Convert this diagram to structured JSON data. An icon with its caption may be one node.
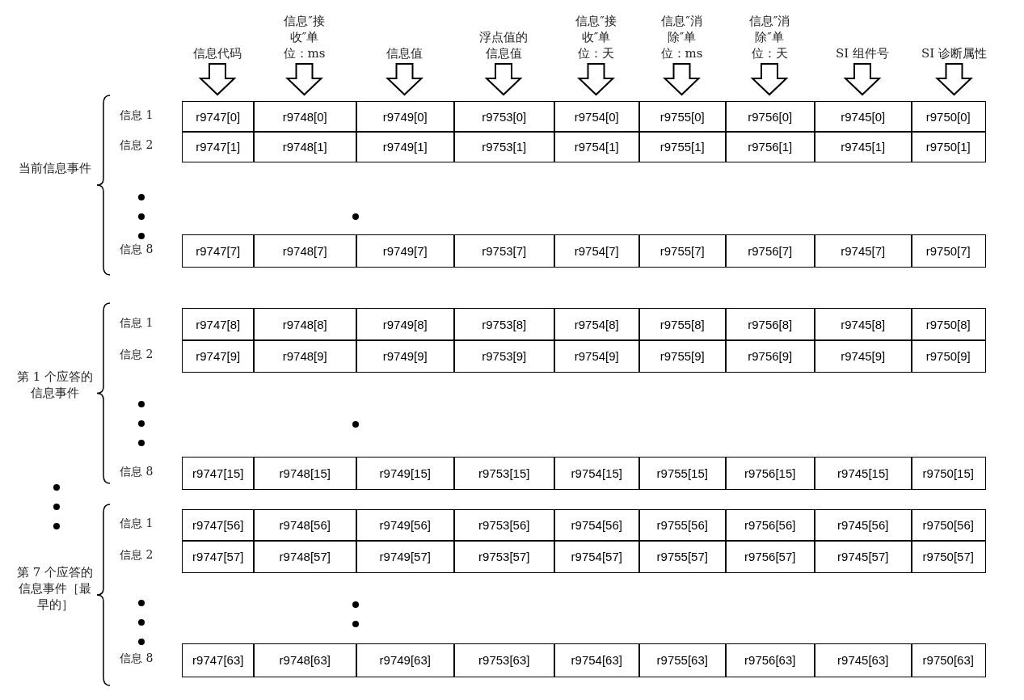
{
  "diagram": {
    "nodes": [
      {
        "text": [
          "信息代码"
        ]
      },
      {
        "text": [
          "信息″接收″单位：ms"
        ]
      },
      {
        "text": [
          "信息值"
        ]
      },
      {
        "text": [
          "浮点值的信息值"
        ]
      },
      {
        "text": [
          "信息″接收″单位：天"
        ]
      },
      {
        "text": [
          "信息″消除″单位：ms"
        ]
      },
      {
        "text": [
          "信息″消除″单位：天"
        ]
      },
      {
        "text": [
          "SI 组件号"
        ]
      },
      {
        "text": [
          "SI 诊断属性"
        ]
      }
    ],
    "edges": [
      {
        "from": 0,
        "to": null,
        "arrow": "to"
      },
      {
        "from": 1,
        "to": null,
        "arrow": "to"
      },
      {
        "from": 2,
        "to": null,
        "arrow": "to"
      },
      {
        "from": 3,
        "to": null,
        "arrow": "to"
      },
      {
        "from": 4,
        "to": null,
        "arrow": "to"
      },
      {
        "from": 5,
        "to": null,
        "arrow": "to"
      },
      {
        "from": 6,
        "to": null,
        "arrow": "to"
      },
      {
        "from": 7,
        "to": null,
        "arrow": "to"
      },
      {
        "from": 8,
        "to": null,
        "arrow": "to"
      }
    ],
    "labels": [
      "当前信息事件",
      "信息 1",
      "r9747[0]",
      "r9748[0]",
      "r9749[0]",
      "r9753[0]",
      "r9754[0]",
      "r9755[0]",
      "r9756[0]",
      "r9745[0]",
      "r9750[0]",
      "信息 2",
      "r9747[1]",
      "r9748[1]",
      "r9749[1]",
      "r9753[1]",
      "r9754[1]",
      "r9755[1]",
      "r9756[1]",
      "r9745[1]",
      "r9750[1]",
      "信息 8",
      "r9747[7]",
      "r9748[7]",
      "r9749[7]",
      "r9753[7]",
      "r9754[7]",
      "r9755[7]",
      "r9756[7]",
      "r9745[7]",
      "r9750[7]",
      "第 1 个应答的信息事件",
      "信息 1",
      "r9747[8]",
      "r9748[8]",
      "r9749[8]",
      "r9753[8]",
      "r9754[8]",
      "r9755[8]",
      "r9756[8]",
      "r9745[8]",
      "r9750[8]",
      "信息 2",
      "r9747[9]",
      "r9748[9]",
      "r9749[9]",
      "r9753[9]",
      "r9754[9]",
      "r9755[9]",
      "r9756[9]",
      "r9745[9]",
      "r9750[9]",
      "信息 8",
      "r9747[15]",
      "r9748[15]",
      "r9749[15]",
      "r9753[15]",
      "r9754[15]",
      "r9755[15]",
      "r9756[15]",
      "r9745[15]",
      "r9750[15]",
      "第 7 个应答的信息事件［最早的］",
      "信息 1",
      "r9747[56]",
      "r9748[56]",
      "r9749[56]",
      "r9753[56]",
      "r9754[56]",
      "r9755[56]",
      "r9756[56]",
      "r9745[56]",
      "r9750[56]",
      "信息 2",
      "r9747[57]",
      "r9748[57]",
      "r9749[57]",
      "r9753[57]",
      "r9754[57]",
      "r9755[57]",
      "r9756[57]",
      "r9745[57]",
      "r9750[57]",
      "信息 8",
      "r9747[63]",
      "r9748[63]",
      "r9749[63]",
      "r9753[63]",
      "r9754[63]",
      "r9755[63]",
      "r9756[63]",
      "r9745[63]",
      "r9750[63]"
    ]
  }
}
